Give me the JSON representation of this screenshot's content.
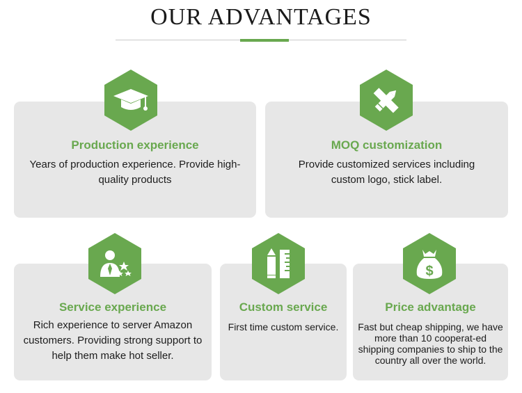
{
  "header": {
    "title": "OUR ADVANTAGES"
  },
  "theme": {
    "accent": "#69a84f",
    "card_bg": "#e7e7e7"
  },
  "cards": [
    {
      "icon": "graduation-cap-icon",
      "title": "Production experience",
      "text": "Years of production experience. Provide high-quality products"
    },
    {
      "icon": "ruler-pencil-icon",
      "title": "MOQ customization",
      "text": "Provide customized services including custom logo, stick label."
    },
    {
      "icon": "user-stars-icon",
      "title": "Service experience",
      "text": "Rich experience to server Amazon customers. Providing strong support to help them make hot seller."
    },
    {
      "icon": "pencil-ruler-icon",
      "title": "Custom service",
      "text": "First time custom service."
    },
    {
      "icon": "money-bag-icon",
      "title": "Price advantage",
      "text": "Fast but cheap shipping, we have more than 10 cooperat-ed shipping companies to ship to the country all over the world."
    }
  ]
}
